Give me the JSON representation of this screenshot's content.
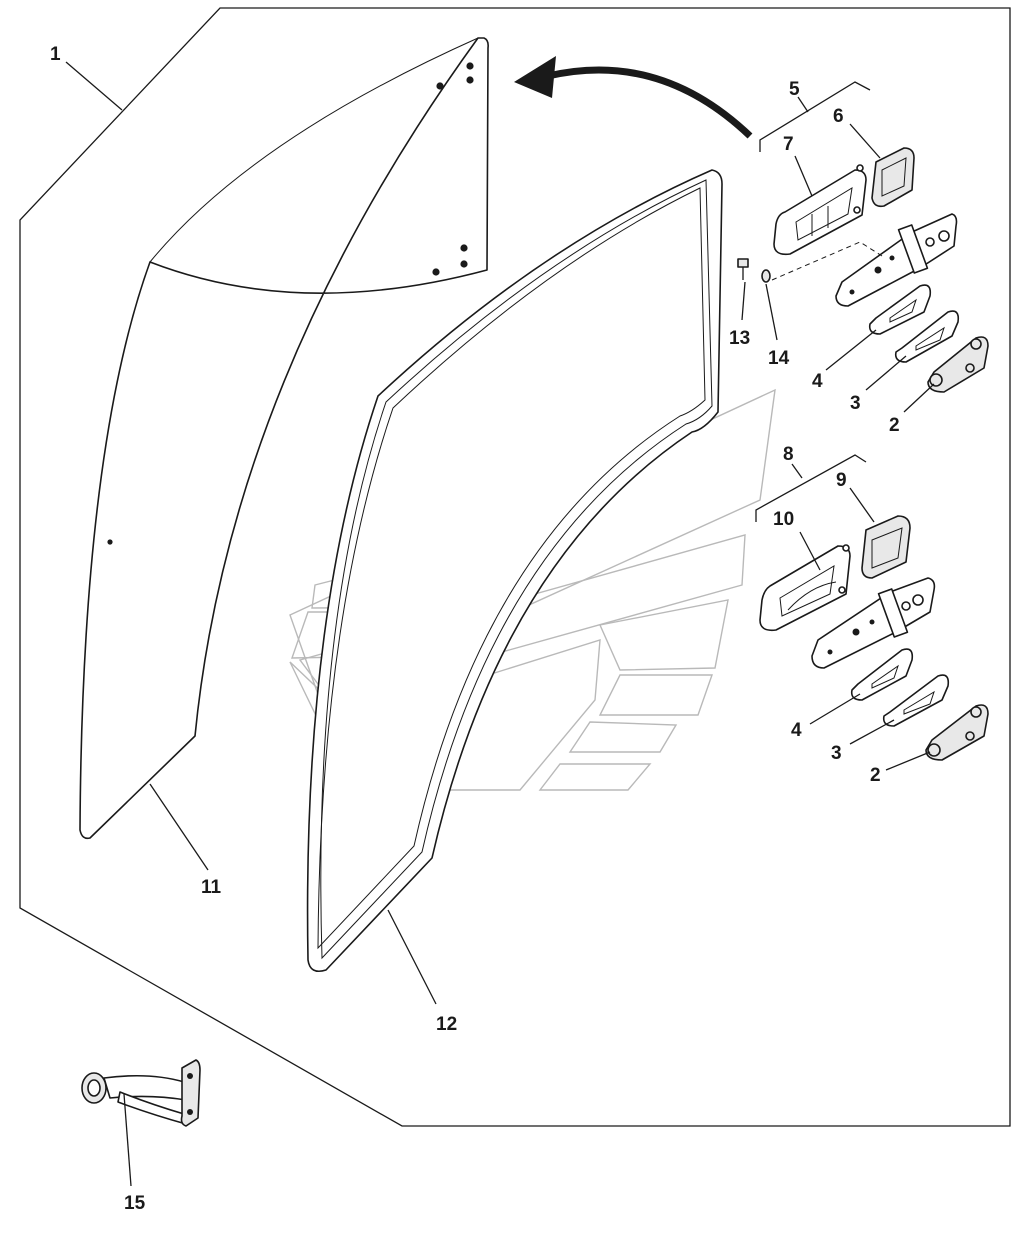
{
  "callouts": {
    "c1": "1",
    "c2a": "2",
    "c2b": "2",
    "c3a": "3",
    "c3b": "3",
    "c4a": "4",
    "c4b": "4",
    "c5": "5",
    "c6": "6",
    "c7": "7",
    "c8": "8",
    "c9": "9",
    "c10": "10",
    "c11": "11",
    "c12": "12",
    "c13": "13",
    "c14": "14",
    "c15": "15"
  },
  "colors": {
    "line": "#1a1a1a",
    "watermark": "#b9b9b9",
    "background": "#ffffff"
  }
}
